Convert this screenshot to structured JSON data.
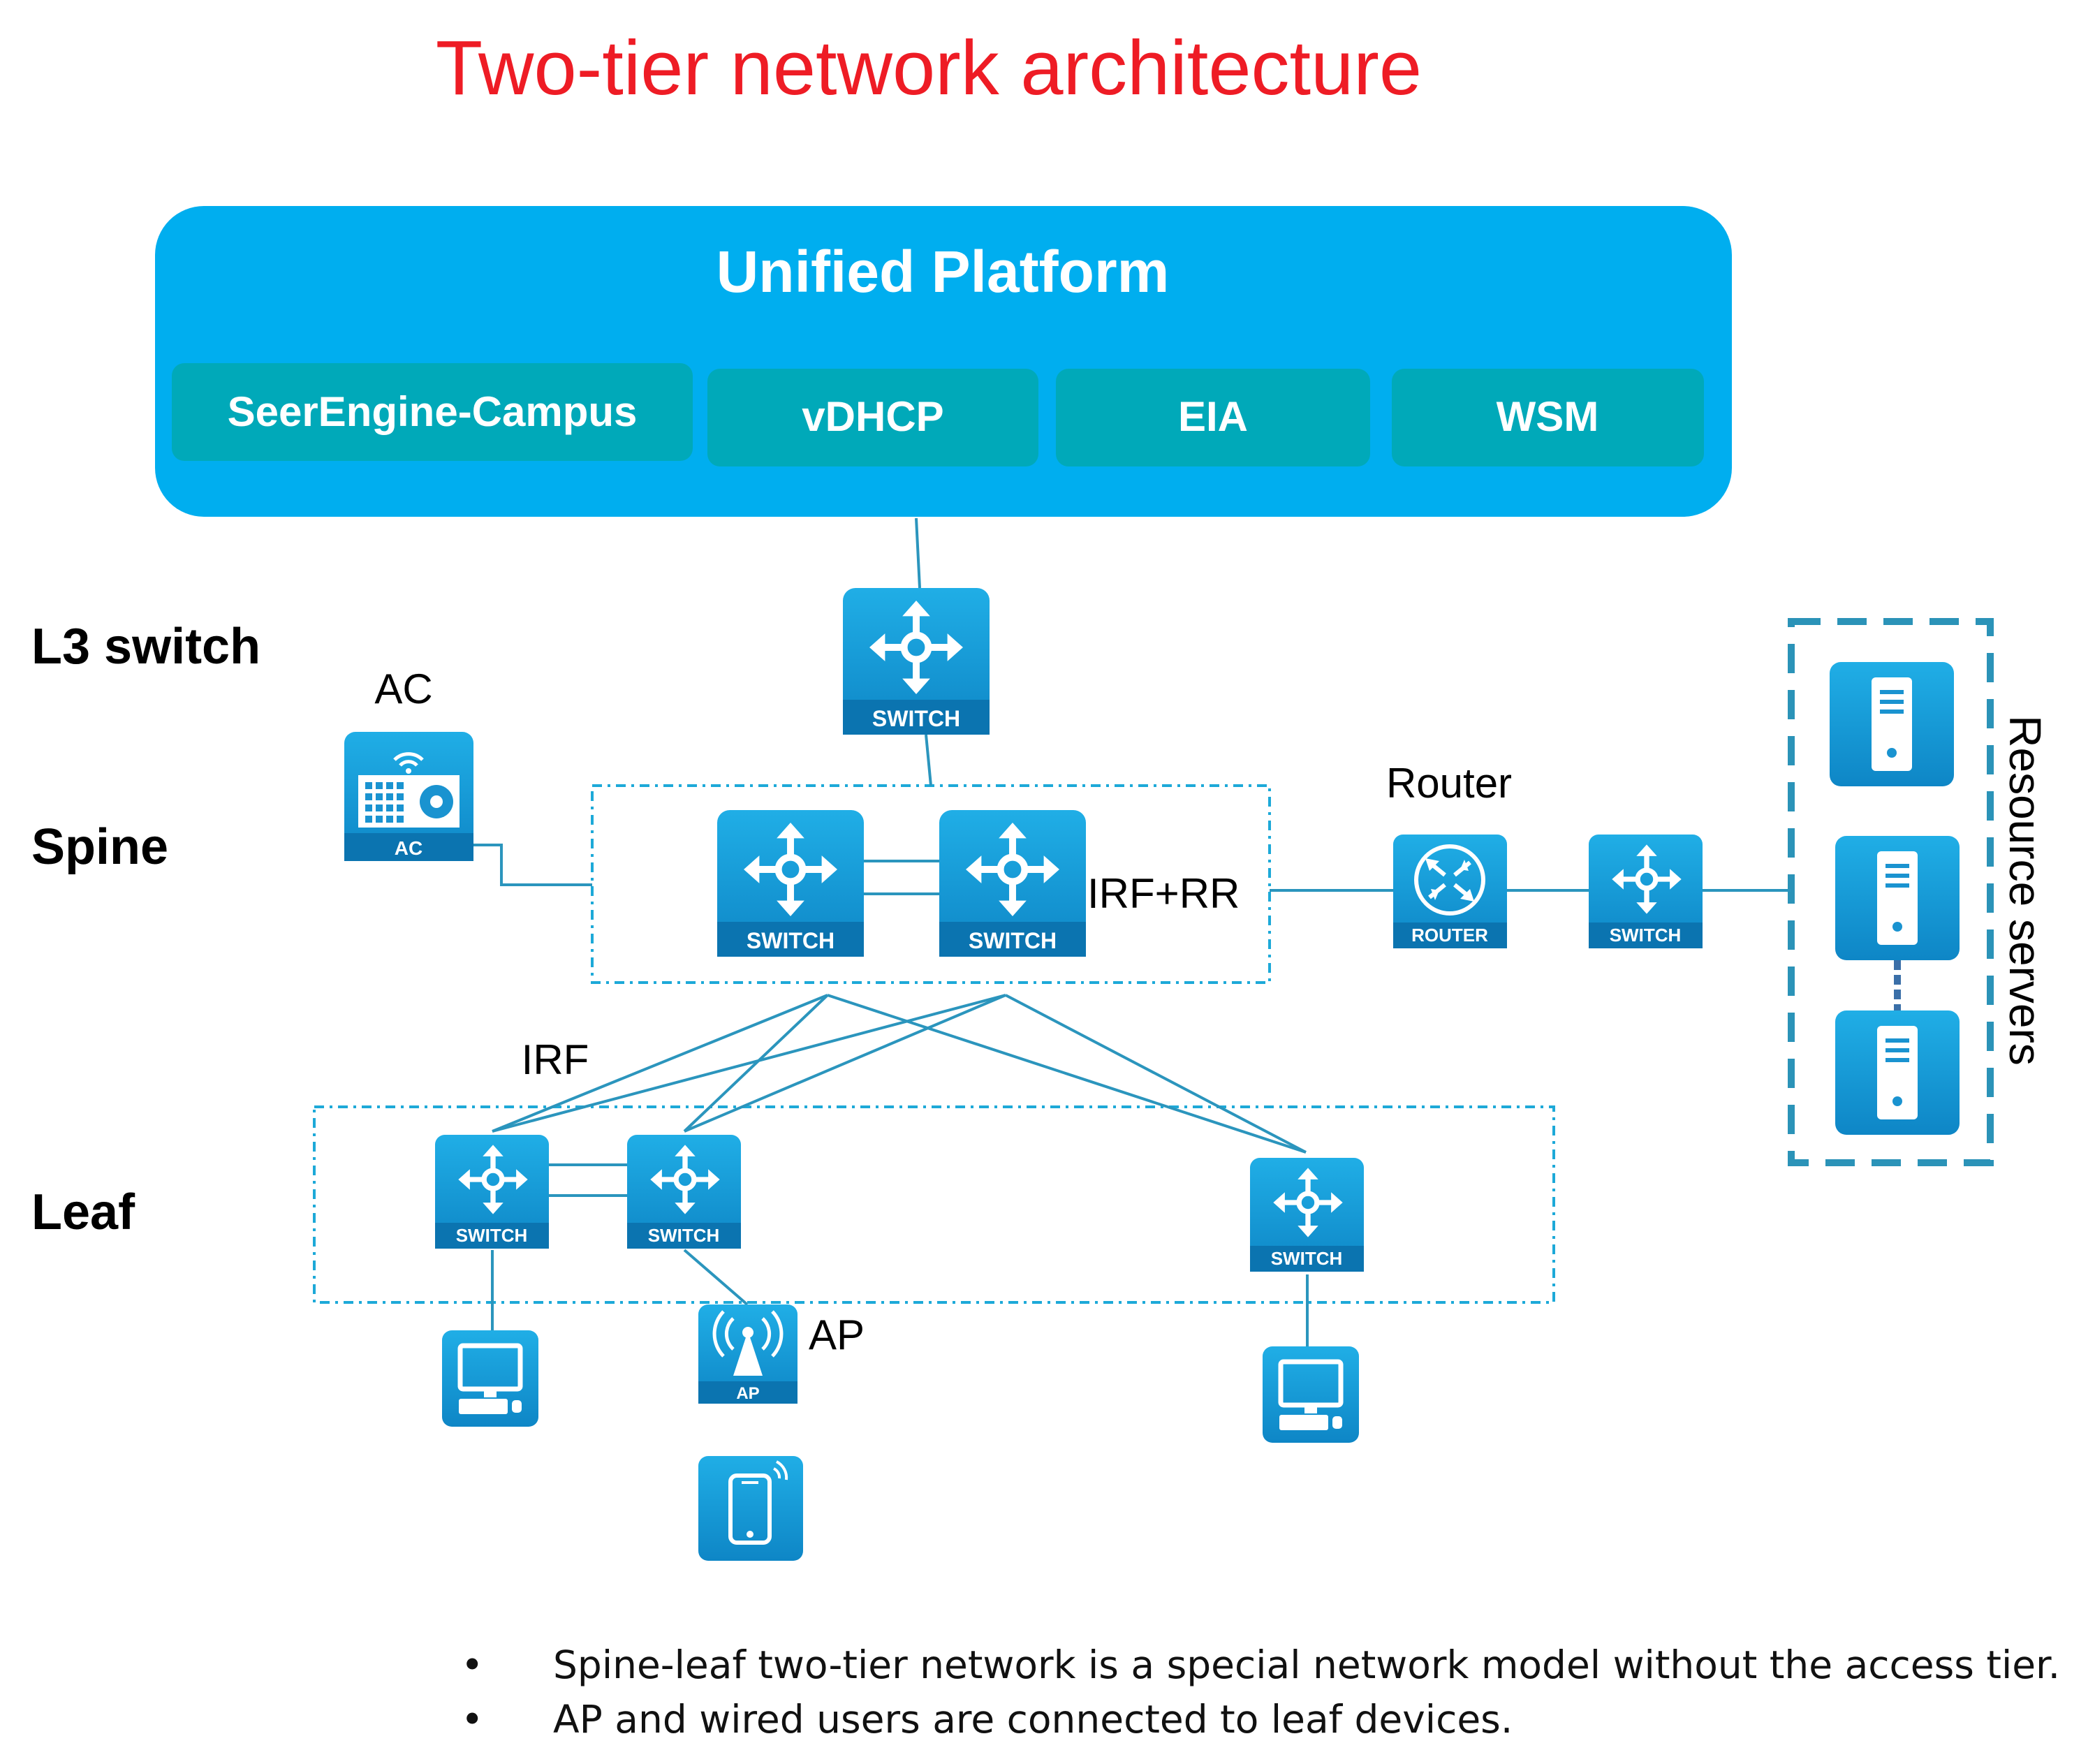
{
  "title": "Two-tier network architecture",
  "colors": {
    "title": "#ee1c25",
    "platform": "#00aeef",
    "module": "#00a9b9",
    "device_top": "#1ea7e1",
    "device_bottom": "#0b74b0",
    "link": "#2b95bd",
    "box_border": "#1da9d8",
    "resource_border": "#2b93b8"
  },
  "platform": {
    "title": "Unified Platform",
    "modules": [
      "SeerEngine-Campus",
      "vDHCP",
      "EIA",
      "WSM"
    ]
  },
  "tiers": {
    "l3": "L3 switch",
    "spine": "Spine",
    "leaf": "Leaf"
  },
  "labels": {
    "ac": "AC",
    "router": "Router",
    "irf_rr": "IRF+RR",
    "irf": "IRF",
    "ap": "AP",
    "resource_servers": "Resource servers"
  },
  "device_captions": {
    "switch": "SWITCH",
    "router": "ROUTER",
    "ac": "AC",
    "ap": "AP"
  },
  "icons": {
    "switch": "switch-arrows-icon",
    "router": "router-icon",
    "ac": "wireless-controller-icon",
    "ap": "access-point-icon",
    "server": "server-icon",
    "pc": "desktop-pc-icon",
    "phone": "smartphone-icon"
  },
  "notes": [
    "Spine-leaf two-tier network is a special network model without the access tier.",
    "AP and wired users are connected to leaf devices."
  ]
}
